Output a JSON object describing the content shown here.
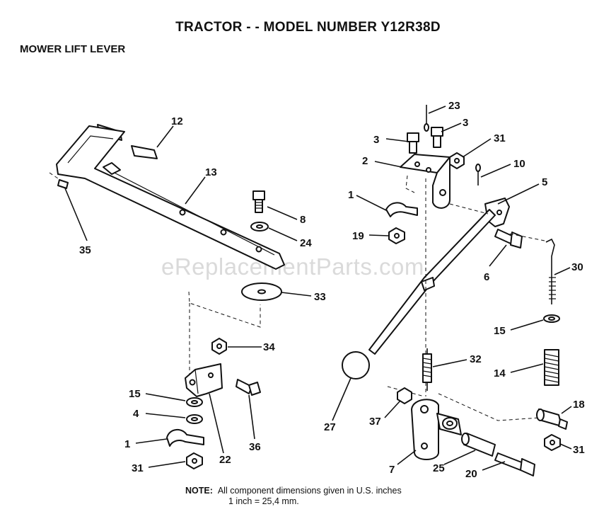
{
  "header": {
    "title": "TRACTOR - - MODEL NUMBER Y12R38D",
    "subtitle": "MOWER LIFT LEVER"
  },
  "watermark": "eReplacementParts.com",
  "note": {
    "label": "NOTE:",
    "line1": "All component dimensions given in U.S. inches",
    "line2": "1 inch = 25,4 mm."
  },
  "callouts": [
    "12",
    "13",
    "35",
    "8",
    "24",
    "33",
    "34",
    "15",
    "4",
    "1",
    "31",
    "22",
    "36",
    "23",
    "3",
    "3",
    "31",
    "2",
    "10",
    "5",
    "1",
    "19",
    "6",
    "30",
    "15",
    "14",
    "32",
    "27",
    "37",
    "18",
    "7",
    "25",
    "20",
    "31"
  ]
}
